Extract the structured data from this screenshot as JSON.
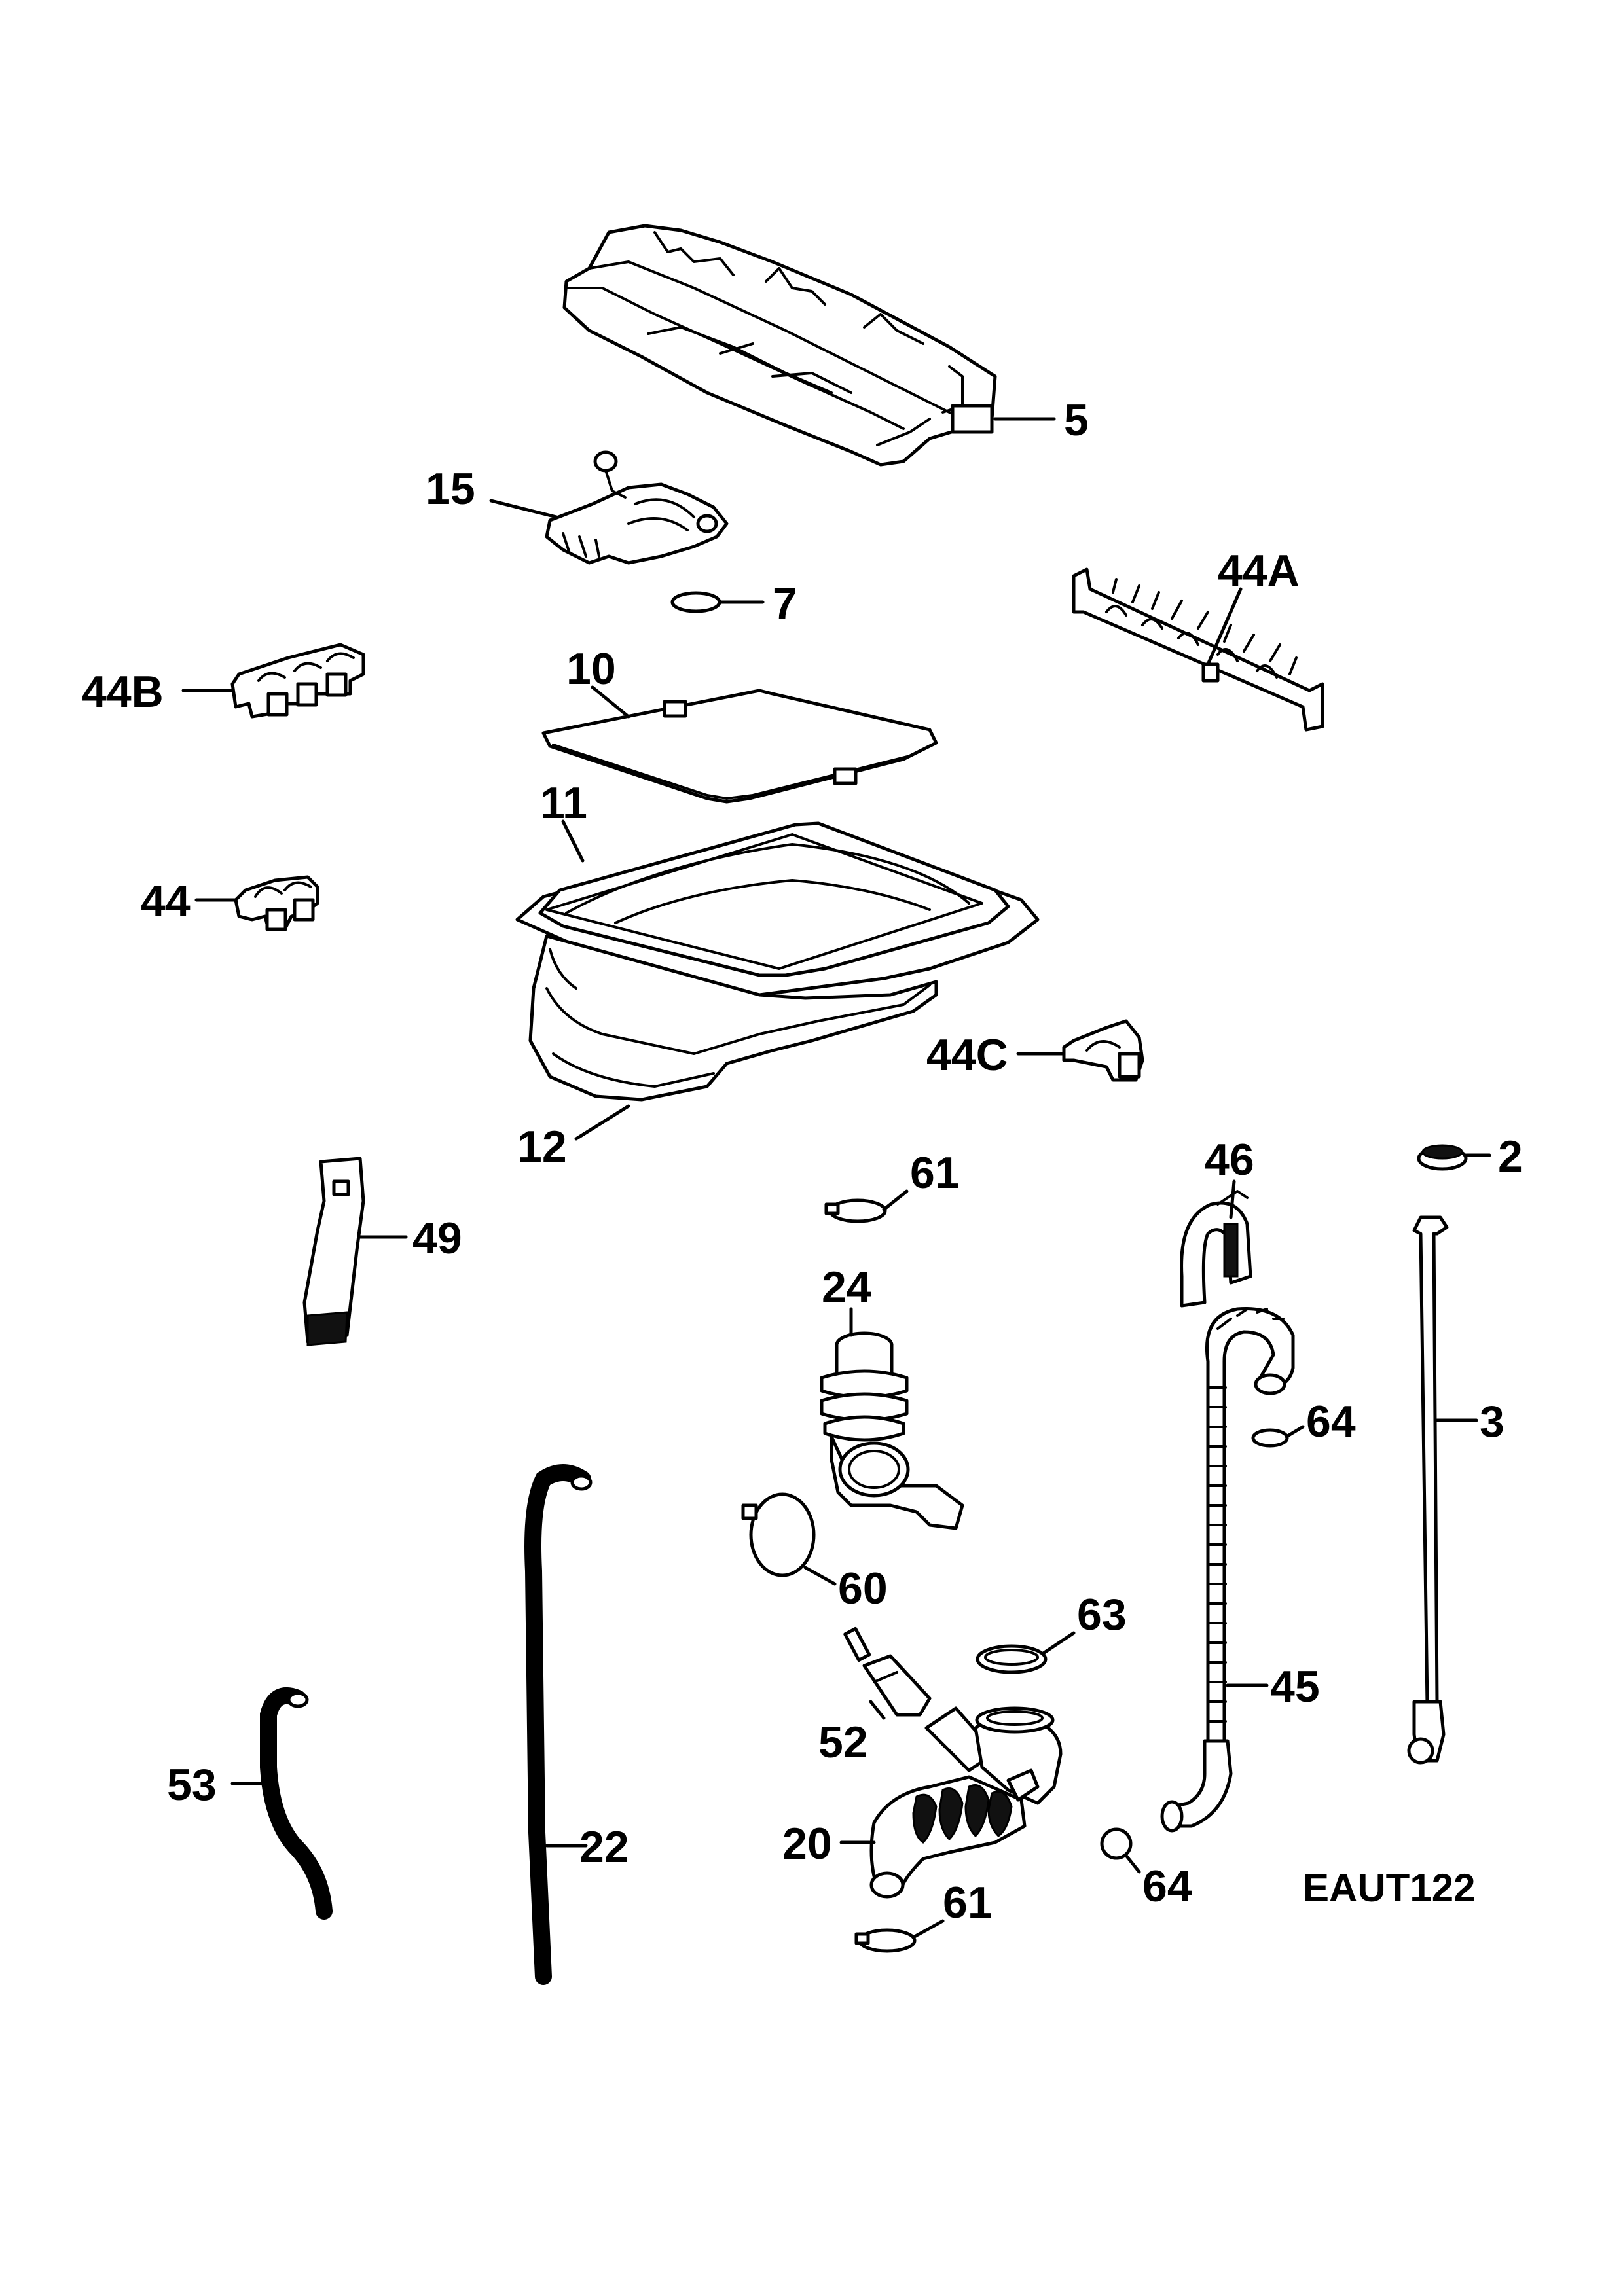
{
  "diagram": {
    "code": "EAUT122",
    "labels": {
      "p5": "5",
      "p15": "15",
      "p7": "7",
      "p44a": "44A",
      "p44b": "44B",
      "p10": "10",
      "p11": "11",
      "p44": "44",
      "p44c": "44C",
      "p12": "12",
      "p2": "2",
      "p61top": "61",
      "p46": "46",
      "p49": "49",
      "p24": "24",
      "p64top": "64",
      "p3": "3",
      "p60": "60",
      "p63": "63",
      "p45": "45",
      "p52": "52",
      "p53": "53",
      "p22": "22",
      "p20": "20",
      "p64bot": "64",
      "p61bot": "61"
    }
  }
}
